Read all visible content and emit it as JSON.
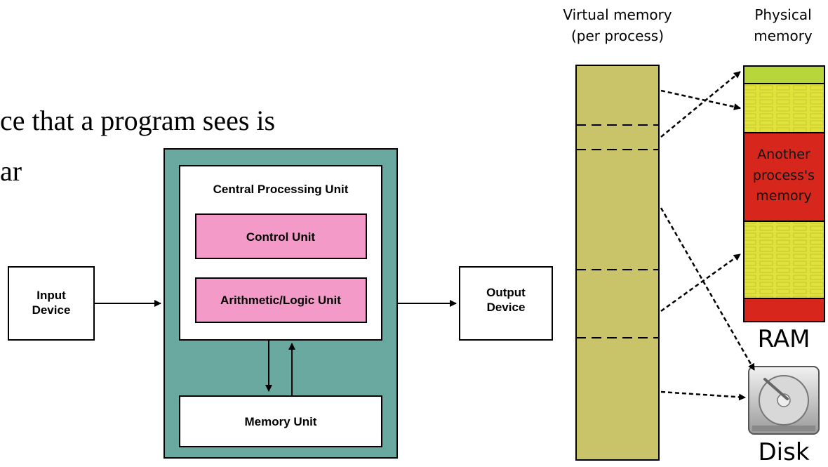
{
  "slide": {
    "text_line_1": "ce that a program sees is",
    "text_line_2": "ar"
  },
  "cpu_diagram": {
    "input_device_line1": "Input",
    "input_device_line2": "Device",
    "cpu_title": "Central Processing Unit",
    "control_unit": "Control Unit",
    "alu": "Arithmetic/Logic Unit",
    "memory_unit": "Memory Unit",
    "output_device_line1": "Output",
    "output_device_line2": "Device"
  },
  "memory_diagram": {
    "virtual_header_line1": "Virtual memory",
    "virtual_header_line2": "(per process)",
    "physical_header_line1": "Physical",
    "physical_header_line2": "memory",
    "another_process_line1": "Another",
    "another_process_line2": "process's",
    "another_process_line3": "memory",
    "ram_label": "RAM",
    "disk_label": "Disk"
  },
  "colors": {
    "teal_frame": "#6aa9a0",
    "pink_unit": "#f49ac9",
    "virtual_memory": "#c9c46a",
    "ram_green": "#b6d63a",
    "ram_yellow": "#e4e43a",
    "ram_red": "#d7261c"
  }
}
